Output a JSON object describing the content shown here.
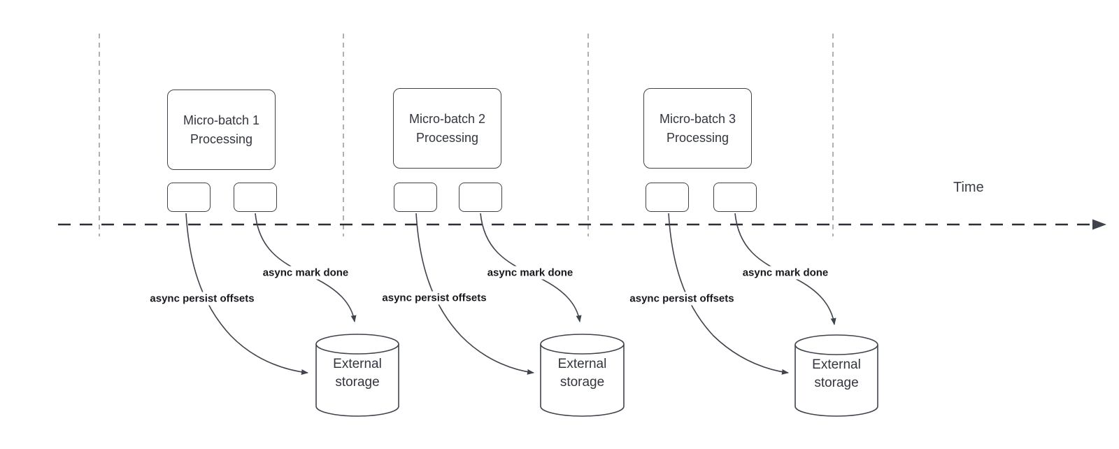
{
  "diagram": {
    "time_axis_label": "Time",
    "groups": [
      {
        "title_line1": "Micro-batch 1",
        "title_line2": "Processing",
        "persist_label": "async persist offsets",
        "done_label": "async mark done",
        "storage_line1": "External",
        "storage_line2": "storage"
      },
      {
        "title_line1": "Micro-batch 2",
        "title_line2": "Processing",
        "persist_label": "async persist offsets",
        "done_label": "async mark done",
        "storage_line1": "External",
        "storage_line2": "storage"
      },
      {
        "title_line1": "Micro-batch 3",
        "title_line2": "Processing",
        "persist_label": "async persist offsets",
        "done_label": "async mark done",
        "storage_line1": "External",
        "storage_line2": "storage"
      }
    ],
    "colors": {
      "shape_stroke": "#3e434c",
      "shape_fill": "#ffffff",
      "shape_text": "#33363f",
      "annotation_text": "#16181d",
      "guide_line": "#b0b0b0",
      "timeline": "#2b2e35",
      "background": "#ffffff"
    }
  }
}
